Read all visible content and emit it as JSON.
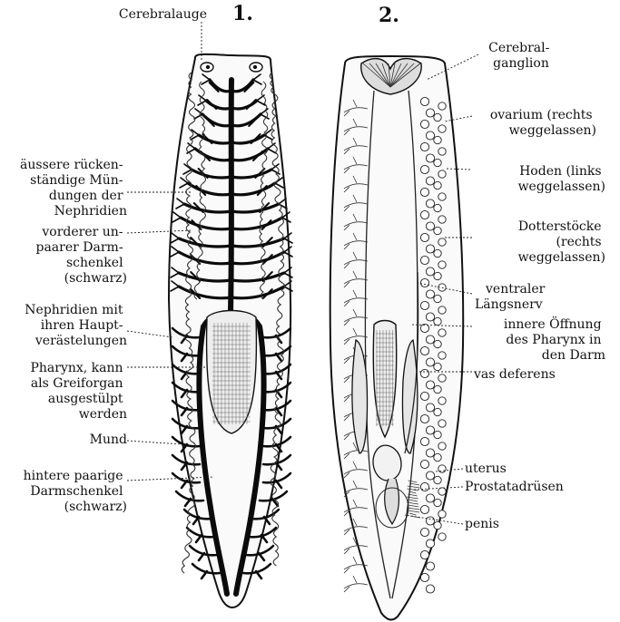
{
  "figures": [
    {
      "number": "1."
    },
    {
      "number": "2."
    }
  ],
  "labels_left": [
    {
      "id": "cerebralauge",
      "lines": [
        "Cerebralauge"
      ]
    },
    {
      "id": "nephridien-muendungen",
      "lines": [
        "äussere rücken-",
        "ständige Mün-",
        "dungen der",
        "Nephridien"
      ]
    },
    {
      "id": "vorderer-darmschenkel",
      "lines": [
        "vorderer un-",
        "paarer Darm-",
        "schenkel",
        "(schwarz)"
      ]
    },
    {
      "id": "nephridien-aeste",
      "lines": [
        "Nephridien mit",
        "ihren Haupt-",
        "verästelungen"
      ]
    },
    {
      "id": "pharynx",
      "lines": [
        "Pharynx, kann",
        "als Greiforgan",
        "ausgestülpt",
        "werden"
      ]
    },
    {
      "id": "mund",
      "lines": [
        "Mund"
      ]
    },
    {
      "id": "hintere-darmschenkel",
      "lines": [
        "hintere paarige",
        "Darmschenkel",
        "(schwarz)"
      ]
    }
  ],
  "labels_right": [
    {
      "id": "cerebralganglion",
      "lines": [
        "Cerebral-",
        "ganglion"
      ]
    },
    {
      "id": "ovarium",
      "lines": [
        "ovarium (rechts",
        "weggelassen)"
      ]
    },
    {
      "id": "hoden",
      "lines": [
        "Hoden (links",
        "weggelassen)"
      ]
    },
    {
      "id": "dotterstoecke",
      "lines": [
        "Dotterstöcke",
        "(rechts",
        "weggelassen)"
      ]
    },
    {
      "id": "laengsnerv",
      "lines": [
        "ventraler",
        "Längsnerv"
      ]
    },
    {
      "id": "pharynx-oeffnung",
      "lines": [
        "innere Öffnung",
        "des Pharynx in",
        "den Darm"
      ]
    },
    {
      "id": "vas-deferens",
      "lines": [
        "vas deferens"
      ]
    },
    {
      "id": "uterus",
      "lines": [
        "uterus"
      ]
    },
    {
      "id": "prostatadruesen",
      "lines": [
        "Prostatadrüsen"
      ]
    },
    {
      "id": "penis",
      "lines": [
        "penis"
      ]
    }
  ]
}
